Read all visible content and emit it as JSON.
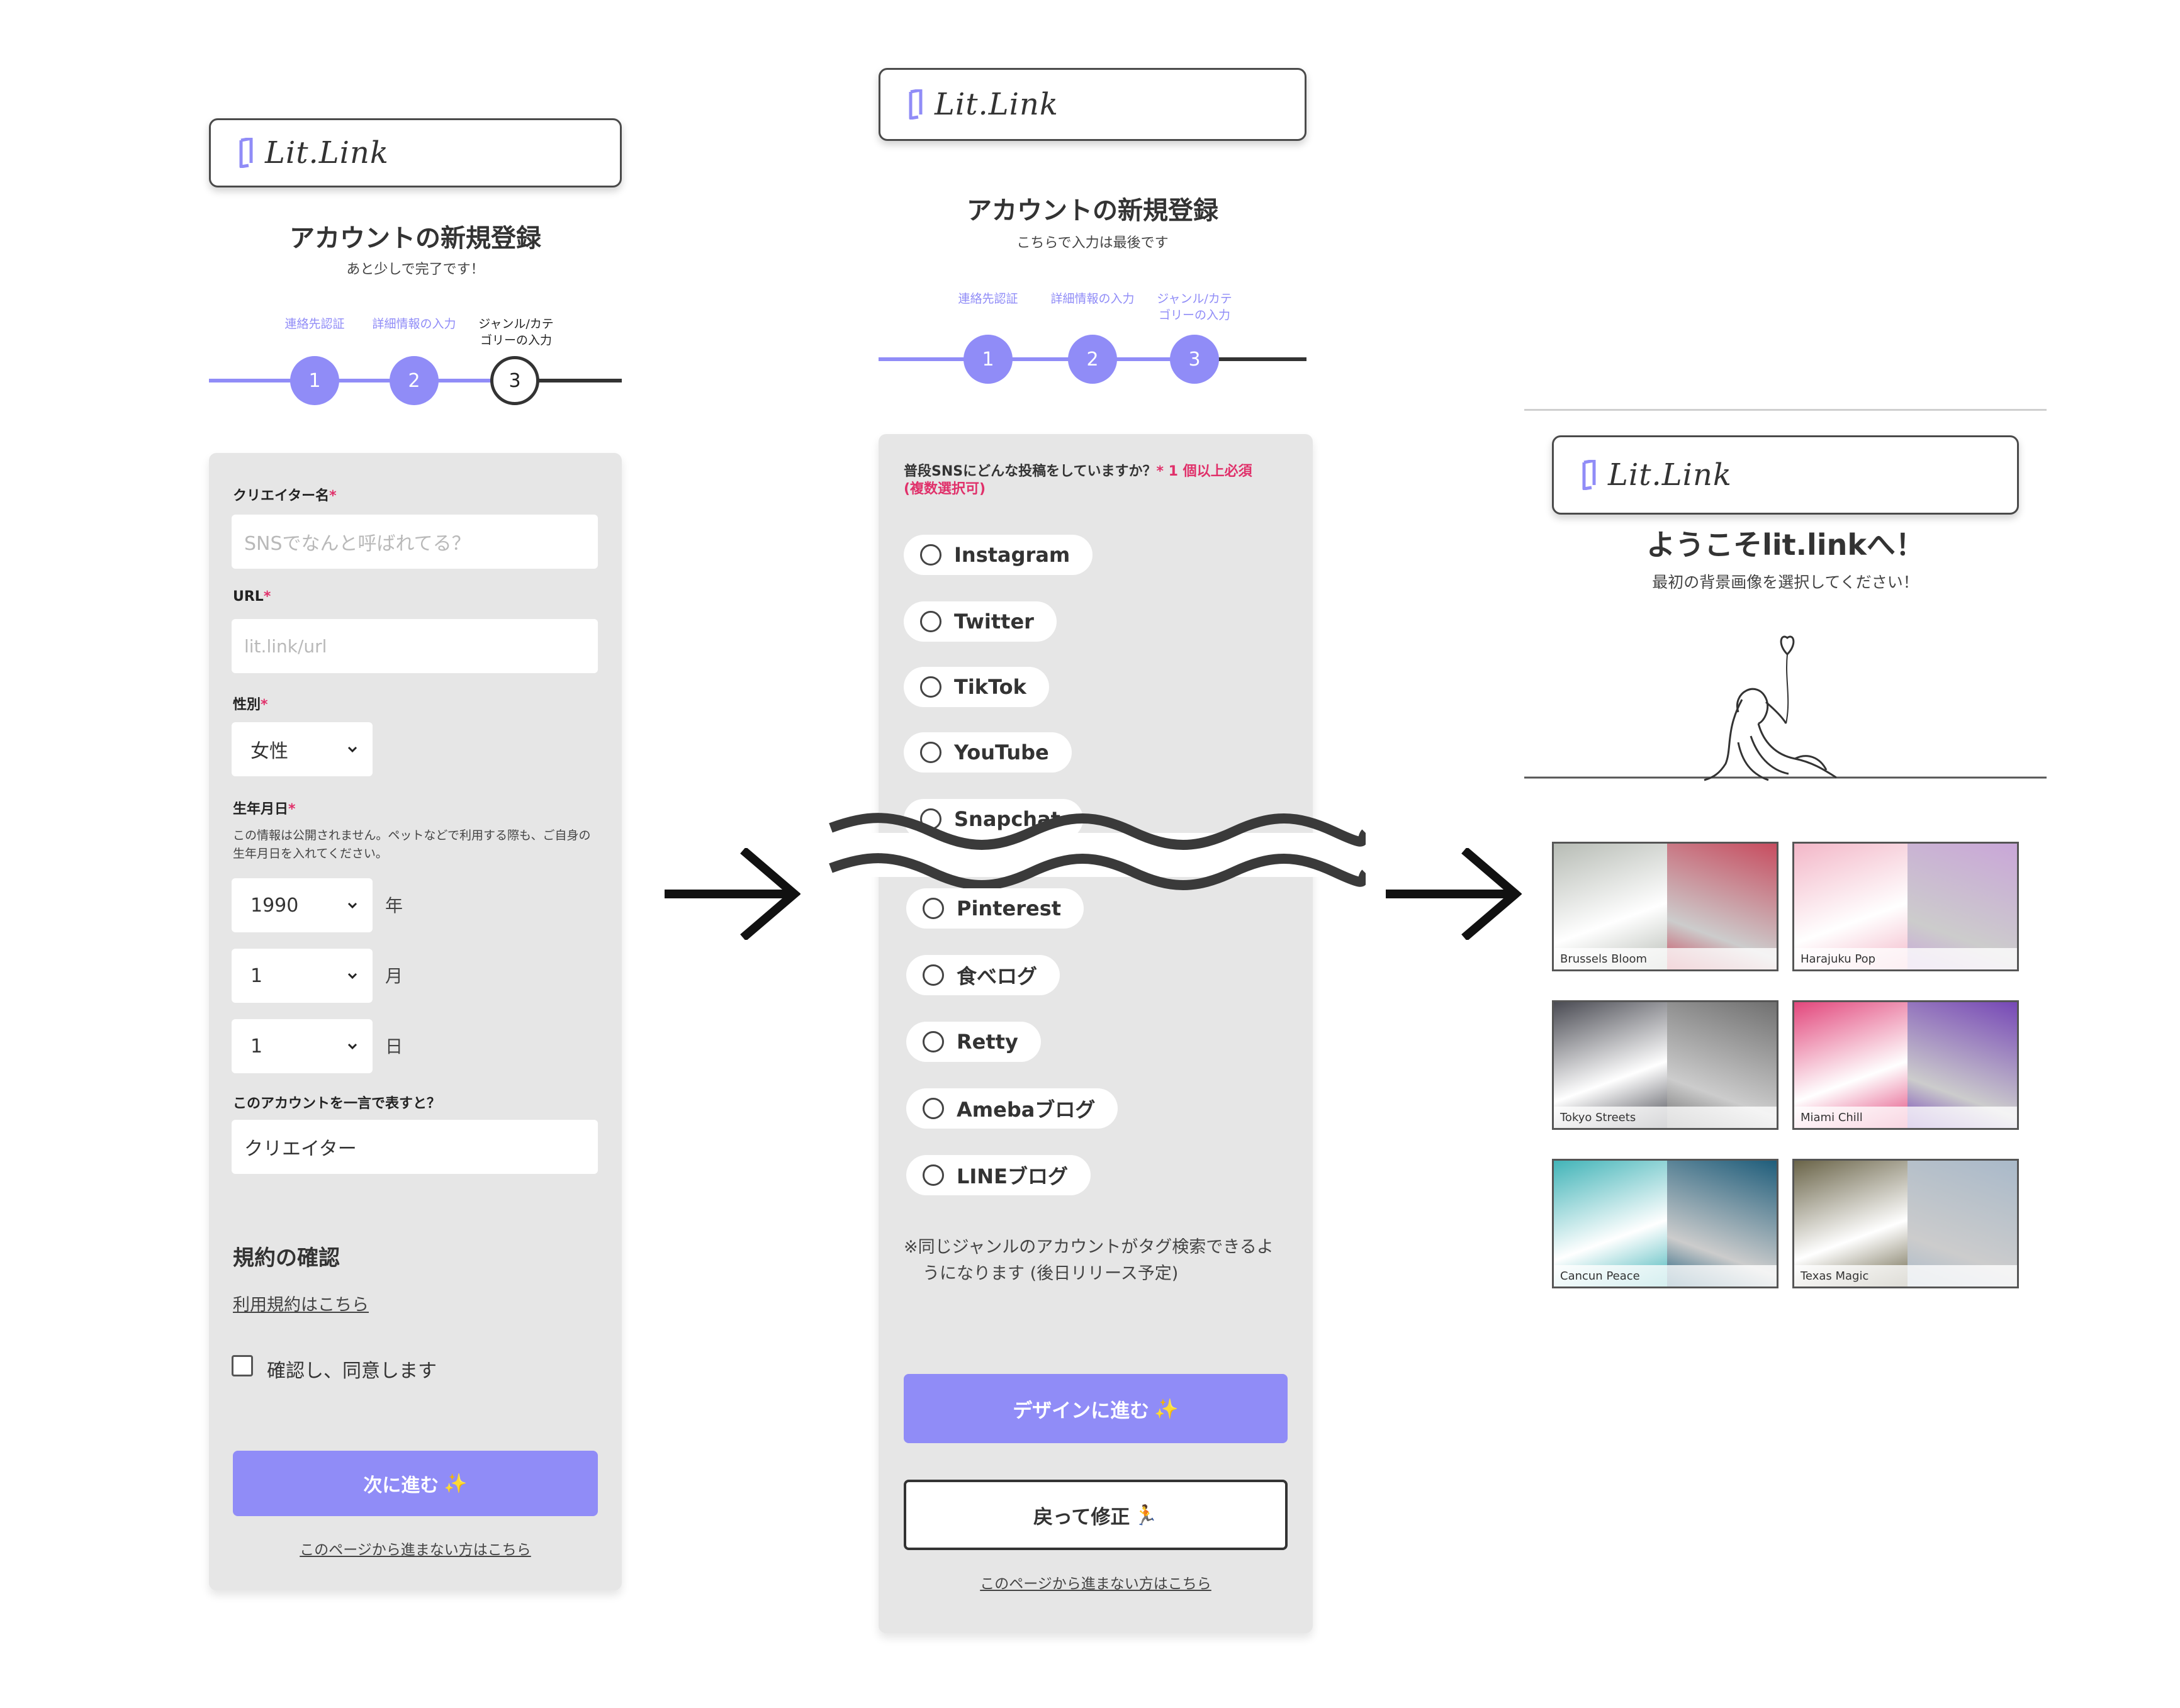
{
  "logo": {
    "text": "Lit.Link"
  },
  "screen1": {
    "title": "アカウントの新規登録",
    "subtitle": "あと少しで完了です！",
    "steps": [
      {
        "label_lines": [
          "連絡先認証"
        ],
        "number": "1",
        "state": "done"
      },
      {
        "label_lines": [
          "詳細情報の入力"
        ],
        "number": "2",
        "state": "done"
      },
      {
        "label_lines": [
          "ジャンル/カテ",
          "ゴリーの入力"
        ],
        "number": "3",
        "state": "current"
      }
    ],
    "creator_name": {
      "label": "クリエイター名",
      "required_mark": "*",
      "placeholder": "SNSでなんと呼ばれてる？"
    },
    "url": {
      "label": "URL",
      "required_mark": "*",
      "placeholder_prefix": "lit.link/",
      "placeholder_suffix": "url"
    },
    "gender": {
      "label": "性別",
      "required_mark": "*",
      "value": "女性"
    },
    "birthday": {
      "label": "生年月日",
      "required_mark": "*",
      "note_lines": [
        "この情報は公開されません。ペットなどで利用する際も、ご自身の",
        "生年月日を入れてください。"
      ],
      "year": "1990",
      "year_unit": "年",
      "month": "1",
      "month_unit": "月",
      "day": "1",
      "day_unit": "日"
    },
    "one_word": {
      "label": "このアカウントを一言で表すと？",
      "value": "クリエイター"
    },
    "terms": {
      "heading": "規約の確認",
      "link": "利用規約はこちら",
      "agree_label": "確認し、同意します",
      "checked": false
    },
    "next_button": "次に進む",
    "next_button_emoji": "✨",
    "help_link": "このページから進まない方はこちら"
  },
  "screen2": {
    "title": "アカウントの新規登録",
    "subtitle": "こちらで入力は最後です",
    "steps": [
      {
        "label_lines": [
          "連絡先認証"
        ],
        "number": "1",
        "state": "done"
      },
      {
        "label_lines": [
          "詳細情報の入力"
        ],
        "number": "2",
        "state": "done"
      },
      {
        "label_lines": [
          "ジャンル/カテ",
          "ゴリーの入力"
        ],
        "number": "3",
        "state": "done"
      }
    ],
    "question": "普段SNSにどんな投稿をしていますか？",
    "question_required": "* 1 個以上必須",
    "question_multi": "(複数選択可)",
    "options_top": [
      "Instagram",
      "Twitter",
      "TikTok",
      "YouTube",
      "Snapchat"
    ],
    "options_bottom": [
      "Pinterest",
      "食べログ",
      "Retty",
      "Amebaブログ",
      "LINEブログ"
    ],
    "note_lines": [
      "※同じジャンルのアカウントがタグ検索できるよ",
      "うになります (後日リリース予定)"
    ],
    "design_button": "デザインに進む",
    "design_button_emoji": "✨",
    "back_button": "戻って修正",
    "back_button_emoji": "🏃",
    "help_link": "このページから進まない方はこちら"
  },
  "screen3": {
    "title": "ようこそlit.linkへ！",
    "subtitle": "最初の背景画像を選択してください！",
    "backgrounds": [
      {
        "label": "Brussels Bloom",
        "colors": [
          "#b7bcb5",
          "#c74b5e"
        ]
      },
      {
        "label": "Harajuku Pop",
        "colors": [
          "#f3b7c8",
          "#c9a6d8"
        ]
      },
      {
        "label": "Tokyo Streets",
        "colors": [
          "#4a4b53",
          "#6f6f6f"
        ]
      },
      {
        "label": "Miami Chill",
        "colors": [
          "#e2477c",
          "#7546b6"
        ]
      },
      {
        "label": "Cancun Peace",
        "colors": [
          "#42b4b8",
          "#1d5c7a"
        ]
      },
      {
        "label": "Texas Magic",
        "colors": [
          "#6a6448",
          "#a9b9c9"
        ]
      }
    ]
  },
  "colors": {
    "accent": "#908cf7",
    "required": "#e0306a",
    "card": "#e6e6e6"
  }
}
